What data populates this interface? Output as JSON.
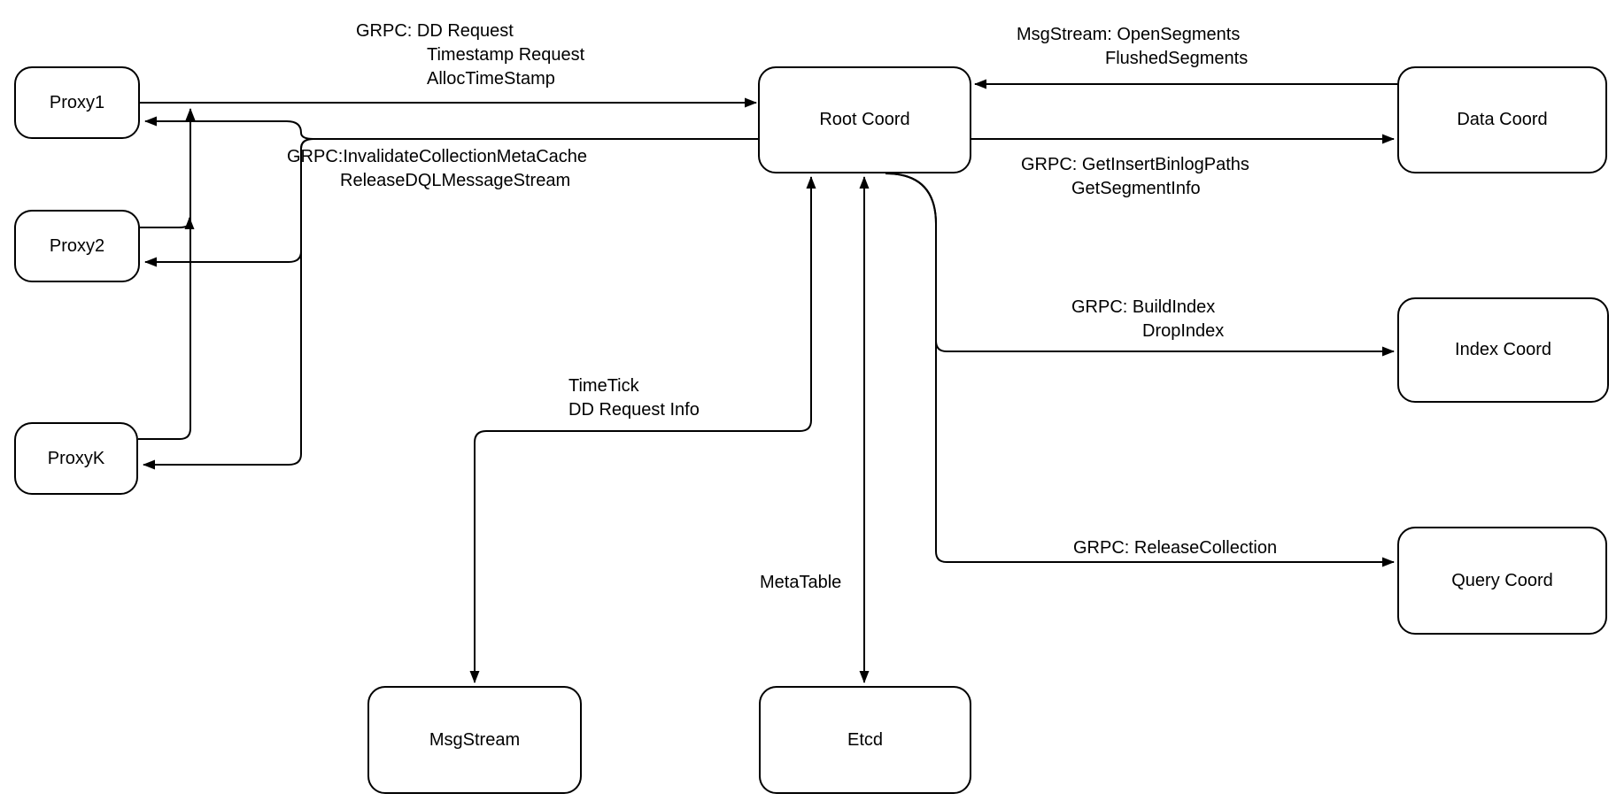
{
  "diagram": {
    "nodes": {
      "proxy1": {
        "label": "Proxy1"
      },
      "proxy2": {
        "label": "Proxy2"
      },
      "proxyk": {
        "label": "ProxyK"
      },
      "root_coord": {
        "label": "Root Coord"
      },
      "data_coord": {
        "label": "Data Coord"
      },
      "index_coord": {
        "label": "Index Coord"
      },
      "query_coord": {
        "label": "Query Coord"
      },
      "msgstream": {
        "label": "MsgStream"
      },
      "etcd": {
        "label": "Etcd"
      }
    },
    "edge_labels": {
      "dd_request": {
        "lines": [
          "GRPC: DD Request",
          "Timestamp Request",
          "AllocTimeStamp"
        ]
      },
      "invalidate": {
        "lines": [
          "GRPC:InvalidateCollectionMetaCache",
          "ReleaseDQLMessageStream"
        ]
      },
      "open_segments": {
        "lines": [
          "MsgStream: OpenSegments",
          "FlushedSegments"
        ]
      },
      "binlog_paths": {
        "lines": [
          "GRPC: GetInsertBinlogPaths",
          "GetSegmentInfo"
        ]
      },
      "build_index": {
        "lines": [
          "GRPC: BuildIndex",
          "DropIndex"
        ]
      },
      "release_collection": {
        "lines": [
          "GRPC: ReleaseCollection"
        ]
      },
      "timetick": {
        "lines": [
          "TimeTick",
          "DD Request Info"
        ]
      },
      "metatable": {
        "lines": [
          "MetaTable"
        ]
      }
    },
    "colors": {
      "stroke": "#000000",
      "node_fill": "#ffffff",
      "background": "#ffffff"
    }
  }
}
